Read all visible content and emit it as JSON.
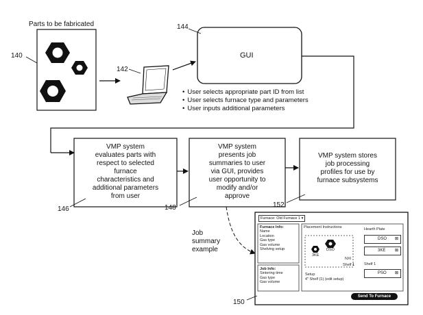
{
  "parts": {
    "title": "Parts to be fabricated",
    "ref": "140"
  },
  "laptop": {
    "ref": "142"
  },
  "gui": {
    "label": "GUI",
    "ref": "144"
  },
  "gui_steps": [
    "User selects appropriate part ID from list",
    "User selects furnace type and parameters",
    "User inputs additional parameters"
  ],
  "process": [
    {
      "ref": "146",
      "lines": [
        "VMP system",
        "evaluates parts with",
        "respect to selected",
        "furnace",
        "characteristics and",
        "additional parameters",
        "from user"
      ]
    },
    {
      "ref": "148",
      "lines": [
        "VMP system",
        "presents job",
        "summaries to user",
        "via GUI, provides",
        "user opportunity to",
        "modify and/or",
        "approve"
      ]
    },
    {
      "ref": "152",
      "lines": [
        "VMP system stores",
        "job processing",
        "profiles for use by",
        "furnace subsystems"
      ]
    }
  ],
  "example_label": [
    "Job",
    "summary",
    "example"
  ],
  "job_summary": {
    "ref": "150",
    "furnace_select": "Furnace: Old Furnace 1",
    "furnace_info": {
      "title": "Furnace Info:",
      "items": [
        "Name",
        "Location",
        "Gas type",
        "Gas volume",
        "Shelving setup"
      ]
    },
    "job_info": {
      "title": "Job Info:",
      "items": [
        "Sintering time",
        "Gas type",
        "Gas volume"
      ]
    },
    "placement": {
      "title": "Placement Instructions",
      "parts": [
        "3KE",
        "DSO"
      ],
      "shelf_tag": "Shelf 1",
      "small_tag": "NXI",
      "setup_title": "Setup",
      "setup_value": "4\" Shelf (1) (edit setup)"
    },
    "hearth": {
      "title": "Hearth Plate",
      "slots": [
        "DSO",
        "3KE"
      ]
    },
    "shelf": {
      "title": "Shelf 1",
      "slots": [
        "PSO"
      ]
    },
    "send_button": "Send To Furnace"
  }
}
